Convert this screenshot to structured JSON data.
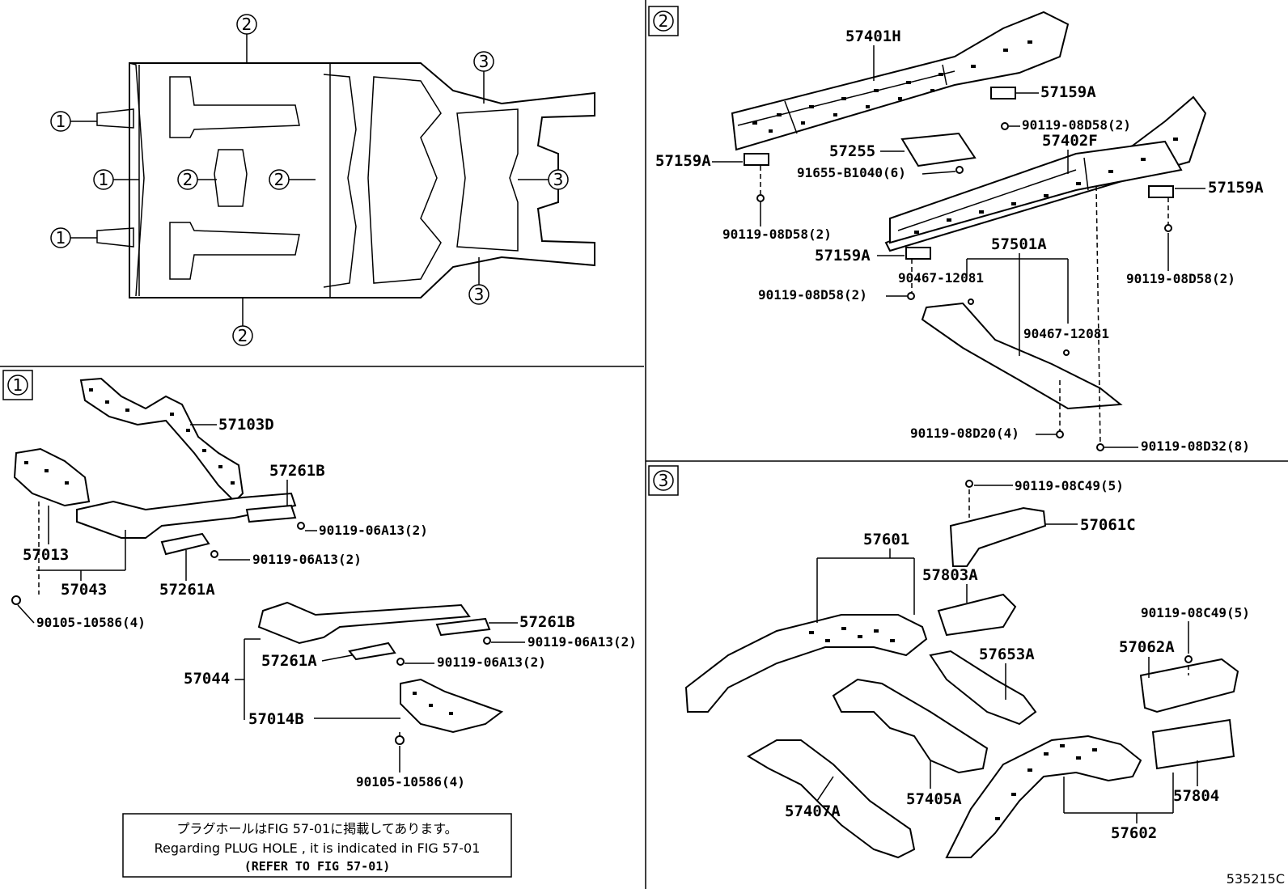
{
  "callouts": {
    "c1": "1",
    "c2": "2",
    "c3": "3"
  },
  "sections": {
    "s1": "1",
    "s2": "2",
    "s3": "3"
  },
  "parts": {
    "p57401H": "57401H",
    "p57159A": "57159A",
    "p90119_08D58_2": "90119-08D58(2)",
    "p57255": "57255",
    "p57402F": "57402F",
    "p91655_B1040_6": "91655-B1040(6)",
    "p57501A": "57501A",
    "p90467_12081": "90467-12081",
    "p90119_08D20_4": "90119-08D20(4)",
    "p90119_08D32_8": "90119-08D32(8)",
    "p57103D": "57103D",
    "p57261B": "57261B",
    "p90119_06A13_2": "90119-06A13(2)",
    "p57013": "57013",
    "p57043": "57043",
    "p57261A": "57261A",
    "p90105_10586_4": "90105-10586(4)",
    "p57044": "57044",
    "p57014B": "57014B",
    "p90119_08C49_5": "90119-08C49(5)",
    "p57061C": "57061C",
    "p57601": "57601",
    "p57803A": "57803A",
    "p57653A": "57653A",
    "p57062A": "57062A",
    "p57405A": "57405A",
    "p57407A": "57407A",
    "p57804": "57804",
    "p57602": "57602"
  },
  "note": {
    "jp": "プラグホールはFIG 57-01に掲載してあります。",
    "en": "Regarding PLUG HOLE , it is indicated in FIG 57-01",
    "ref": "(REFER TO FIG 57-01)"
  },
  "figure_id": "535215C"
}
